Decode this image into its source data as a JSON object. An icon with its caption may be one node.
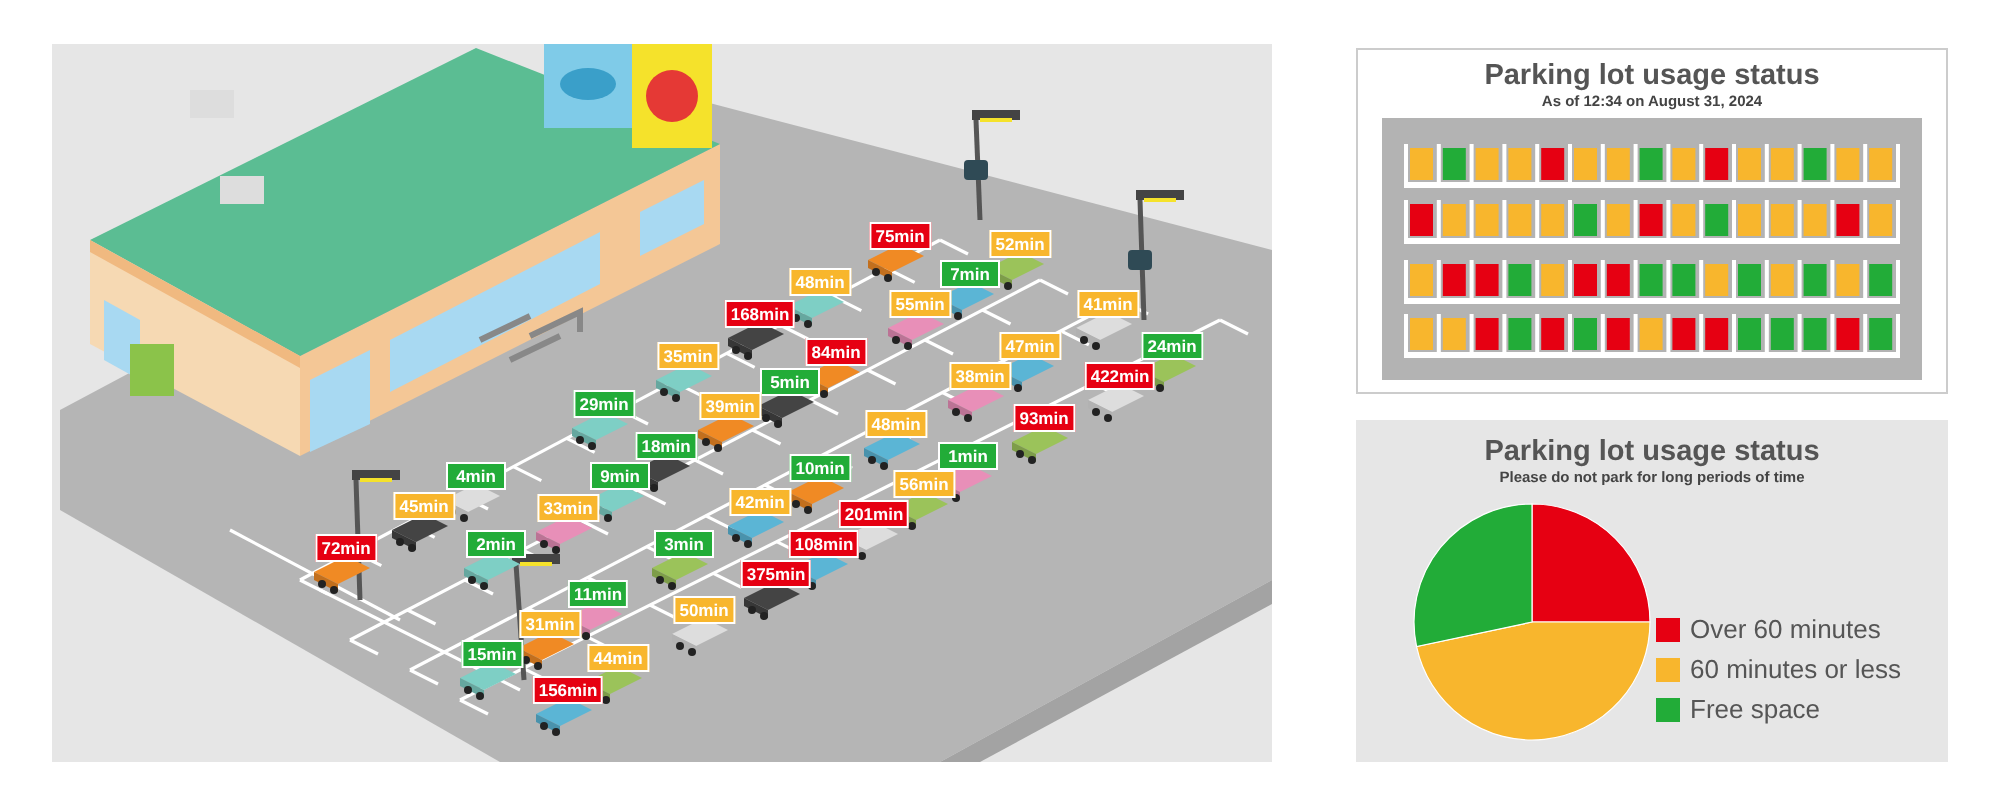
{
  "diagram": {
    "nodes": [
      {
        "text": [
          "75min"
        ]
      },
      {
        "text": [
          "48min"
        ]
      },
      {
        "text": [
          "52min"
        ]
      },
      {
        "text": [
          "7min"
        ]
      },
      {
        "text": [
          "168min"
        ]
      },
      {
        "text": [
          "55min"
        ]
      },
      {
        "text": [
          "41min"
        ]
      },
      {
        "text": [
          "84min"
        ]
      },
      {
        "text": [
          "35min"
        ]
      },
      {
        "text": [
          "24min"
        ]
      },
      {
        "text": [
          "47min"
        ]
      },
      {
        "text": [
          "5min"
        ]
      },
      {
        "text": [
          "38min"
        ]
      },
      {
        "text": [
          "422min"
        ]
      },
      {
        "text": [
          "39min"
        ]
      },
      {
        "text": [
          "29min"
        ]
      },
      {
        "text": [
          "93min"
        ]
      },
      {
        "text": [
          "48min"
        ]
      },
      {
        "text": [
          "18min"
        ]
      },
      {
        "text": [
          "1min"
        ]
      },
      {
        "text": [
          "4min"
        ]
      },
      {
        "text": [
          "10min"
        ]
      },
      {
        "text": [
          "9min"
        ]
      },
      {
        "text": [
          "56min"
        ]
      },
      {
        "text": [
          "42min"
        ]
      },
      {
        "text": [
          "45min"
        ]
      },
      {
        "text": [
          "33min"
        ]
      },
      {
        "text": [
          "201min"
        ]
      },
      {
        "text": [
          "72min"
        ]
      },
      {
        "text": [
          "2min"
        ]
      },
      {
        "text": [
          "3min"
        ]
      },
      {
        "text": [
          "108min"
        ]
      },
      {
        "text": [
          "375min"
        ]
      },
      {
        "text": [
          "11min"
        ]
      },
      {
        "text": [
          "50min"
        ]
      },
      {
        "text": [
          "31min"
        ]
      },
      {
        "text": [
          "15min"
        ]
      },
      {
        "text": [
          "44min"
        ]
      },
      {
        "text": [
          "156min"
        ]
      },
      {
        "text": [
          "Parking lot usage status",
          "As of 12:34 on August 31, 2024"
        ]
      },
      {
        "text": [
          "Parking lot usage status",
          "Please do not park for long periods of time"
        ]
      }
    ],
    "legend": [
      {
        "text": "Over 60 minutes",
        "color": "#e60012"
      },
      {
        "text": "60 minutes or less",
        "color": "#f8b62d"
      },
      {
        "text": "Free space",
        "color": "#22ac38"
      }
    ]
  }
}
